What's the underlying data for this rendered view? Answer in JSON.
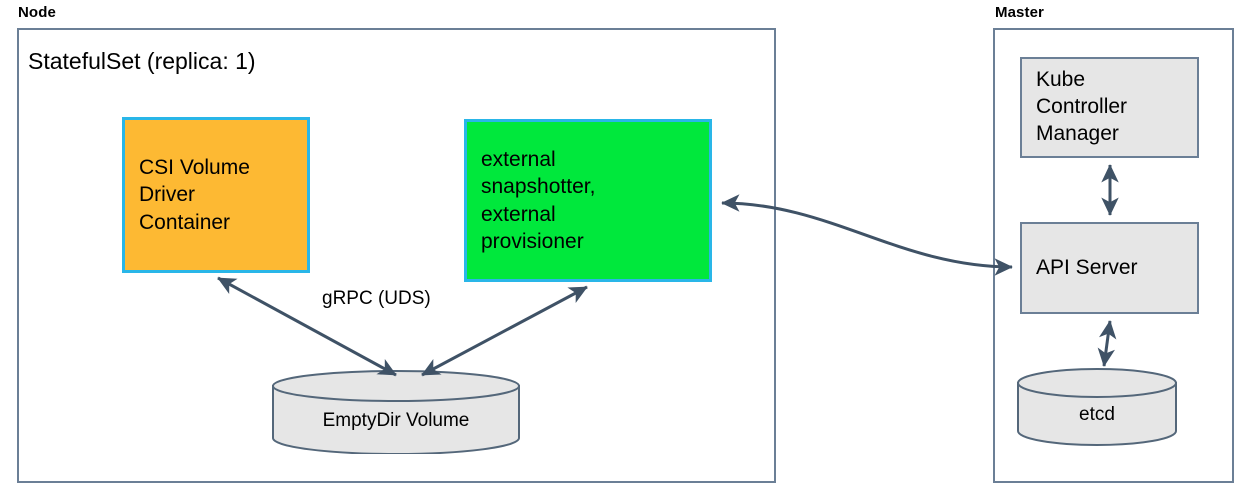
{
  "diagram": {
    "groups": [
      {
        "id": "node",
        "label": "Node"
      },
      {
        "id": "master",
        "label": "Master"
      }
    ],
    "node": {
      "label": "Node",
      "statefulset_title": "StatefulSet (replica: 1)",
      "csi_driver": {
        "lines": [
          "CSI Volume",
          "Driver",
          "Container"
        ],
        "fill": "#fdb933",
        "border": "#29b6e8"
      },
      "external_sidecars": {
        "lines": [
          "external",
          "snapshotter,",
          "external",
          "provisioner"
        ],
        "fill": "#00e83c",
        "border": "#29b6e8"
      },
      "emptydir": {
        "label": "EmptyDir Volume",
        "fill": "#e6e6e6",
        "border": "#54677a"
      },
      "grpc_label": "gRPC (UDS)"
    },
    "master": {
      "label": "Master",
      "kube_controller_manager": {
        "lines": [
          "Kube",
          "Controller",
          "Manager"
        ],
        "fill": "#e6e6e6",
        "border": "#6b7f96"
      },
      "api_server": {
        "lines": [
          "API Server"
        ],
        "fill": "#e6e6e6",
        "border": "#6b7f96"
      },
      "etcd": {
        "label": "etcd",
        "fill": "#e6e6e6",
        "border": "#54677a"
      }
    },
    "connections": [
      {
        "id": "csi-to-emptydir",
        "from": "CSI Volume Driver Container",
        "to": "EmptyDir Volume",
        "label": "gRPC (UDS)",
        "direction": "bidirectional"
      },
      {
        "id": "sidecars-to-emptydir",
        "from": "external snapshotter, external provisioner",
        "to": "EmptyDir Volume",
        "label": "",
        "direction": "bidirectional"
      },
      {
        "id": "sidecars-to-apiserver",
        "from": "external snapshotter, external provisioner",
        "to": "API Server",
        "label": "",
        "direction": "bidirectional"
      },
      {
        "id": "kcm-to-apiserver",
        "from": "Kube Controller Manager",
        "to": "API Server",
        "label": "",
        "direction": "bidirectional"
      },
      {
        "id": "apiserver-to-etcd",
        "from": "API Server",
        "to": "etcd",
        "label": "",
        "direction": "bidirectional"
      }
    ],
    "colors": {
      "arrow": "#3f5266",
      "container_border": "#6b7f96",
      "accent_cyan": "#29b6e8",
      "orange": "#fdb933",
      "green": "#00e83c",
      "grey_fill": "#e6e6e6"
    }
  }
}
